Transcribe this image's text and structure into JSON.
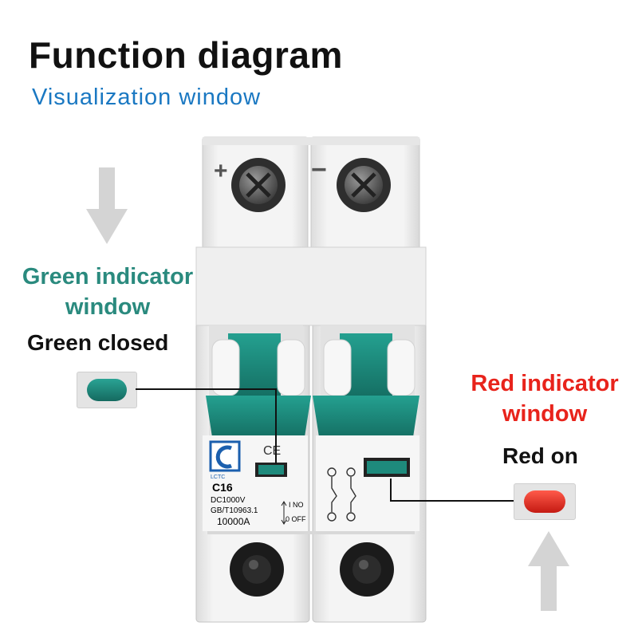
{
  "title": "Function diagram",
  "subtitle": "Visualization window",
  "green": {
    "label_line1": "Green indicator",
    "label_line2": "window",
    "state": "Green closed",
    "color": "#1f8a7c"
  },
  "red": {
    "label_line1": "Red indicator",
    "label_line2": "window",
    "state": "Red on",
    "color": "#e52b22"
  },
  "breaker": {
    "plus_sign": "+",
    "minus_sign": "−",
    "brand": "LCTC",
    "rating": "C16",
    "voltage": "DC1000V",
    "standard": "GB/T10963.1",
    "breaking_capacity": "10000A",
    "on_label": "I NO",
    "off_label": "0 OFF",
    "ce_mark": "CE",
    "body_color": "#f2f2f2",
    "handle_color": "#1e8a7c",
    "arrow_color": "#d4d4d4"
  },
  "icons": [
    "down-arrow-icon",
    "up-arrow-icon",
    "screw-terminal-icon",
    "wiring-symbol-icon",
    "brand-logo-icon"
  ]
}
